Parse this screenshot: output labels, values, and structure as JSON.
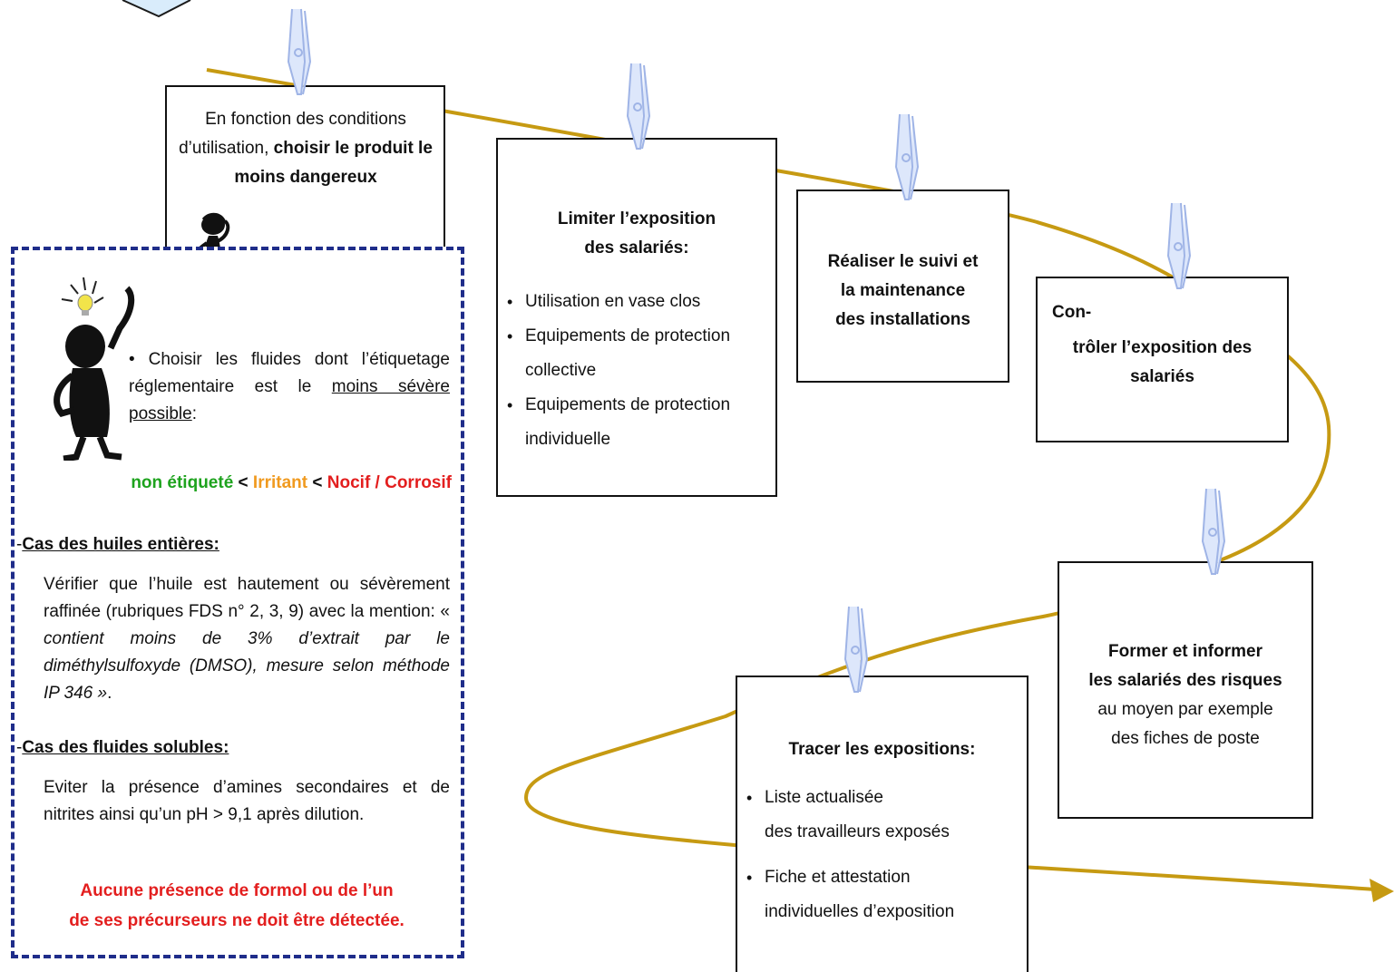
{
  "colors": {
    "rope": "#c69a12",
    "clip": "#9fb4e6",
    "dashed_border": "#1f2d8a",
    "green": "#1ea31e",
    "orange": "#f09a1f",
    "red": "#e31e1e"
  },
  "box1": {
    "text_a": "En fonction des conditions d’utilisation, ",
    "text_b": "choisir le produit le moins dangereux"
  },
  "box2": {
    "title_line1": "Limiter l’exposition",
    "title_line2": "des salariés:",
    "items": [
      "Utilisation en vase clos",
      "Equipements de protection collective",
      "Equipements de protection individuelle"
    ]
  },
  "box3": {
    "line1": "Réaliser le suivi et",
    "line2": "la maintenance",
    "line3": "des installations"
  },
  "box4": {
    "line1": "Con-",
    "line2": "trôler l’exposition des",
    "line3": "salariés"
  },
  "box5": {
    "title_line1": "Former et informer",
    "title_line2": "les salariés des risques",
    "text_line3": "au moyen par exemple",
    "text_line4": "des fiches de poste"
  },
  "box6": {
    "title": "Tracer les expositions:",
    "items": [
      {
        "line1": "Liste actualisée",
        "line2": "des travailleurs exposés"
      },
      {
        "line1": "Fiche et attestation",
        "line2": "individuelles d’exposition"
      }
    ]
  },
  "panel": {
    "intro_a": "Choisir les fluides dont l’étiquetage réglementaire est le ",
    "intro_u": "moins sévère possible",
    "intro_end": ":",
    "scale": {
      "l1": "non étiqueté",
      "lt1": " < ",
      "l2": "Irritant",
      "lt2": " < ",
      "l3": "Nocif / Corrosif"
    },
    "dash": "-",
    "oils_title": "Cas des huiles entières:",
    "oils_text_a": "Vérifier que l’huile est hautement ou sévèrement raffinée (rubriques FDS n° 2, 3, 9) avec la mention: « ",
    "oils_text_i": "contient moins de 3% d’extrait par le diméthylsulfoxyde (DMSO), mesure selon méthode IP 346 »",
    "oils_text_end": ".",
    "soluble_title": "Cas des fluides solubles:",
    "soluble_text": "Eviter la présence d’amines secondaires et de nitrites ainsi qu’un pH > 9,1 après dilution.",
    "warning_line1": "Aucune présence de formol ou de l’un",
    "warning_line2": "de ses précurseurs ne doit être détectée."
  }
}
